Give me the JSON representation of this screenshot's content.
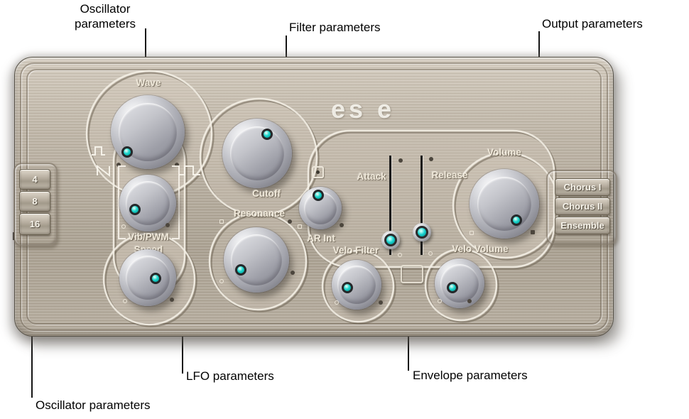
{
  "figure": {
    "callouts": {
      "oscillator_top_line1": "Oscillator",
      "oscillator_top_line2": "parameters",
      "filter": "Filter parameters",
      "output": "Output parameters",
      "oscillator_bottom": "Oscillator parameters",
      "lfo": "LFO parameters",
      "envelope": "Envelope parameters"
    }
  },
  "panel": {
    "logo": "es e",
    "labels": {
      "wave": "Wave",
      "vib_pwm": "Vib/PWM",
      "speed": "Speed",
      "cutoff": "Cutoff",
      "resonance": "Resonance",
      "ar_int": "AR Int",
      "velo_filter": "Velo Filter",
      "attack": "Attack",
      "release": "Release",
      "volume": "Volume",
      "velo_volume": "Velo Volume"
    },
    "octave_buttons": [
      "4",
      "8",
      "16"
    ],
    "effect_buttons": [
      "Chorus I",
      "Chorus II",
      "Ensemble"
    ],
    "icons": {
      "left_of_wave_top": "pulse-wave-icon",
      "left_of_wave_bottom": "sawtooth-wave-icon",
      "right_of_wave": "pulse-wave-icon"
    },
    "colors": {
      "accent_indicator": "#17d3cf",
      "panel_base": "#b6ad9f",
      "knob_gray": "#a9abb2",
      "callout_text": "#000000"
    }
  }
}
